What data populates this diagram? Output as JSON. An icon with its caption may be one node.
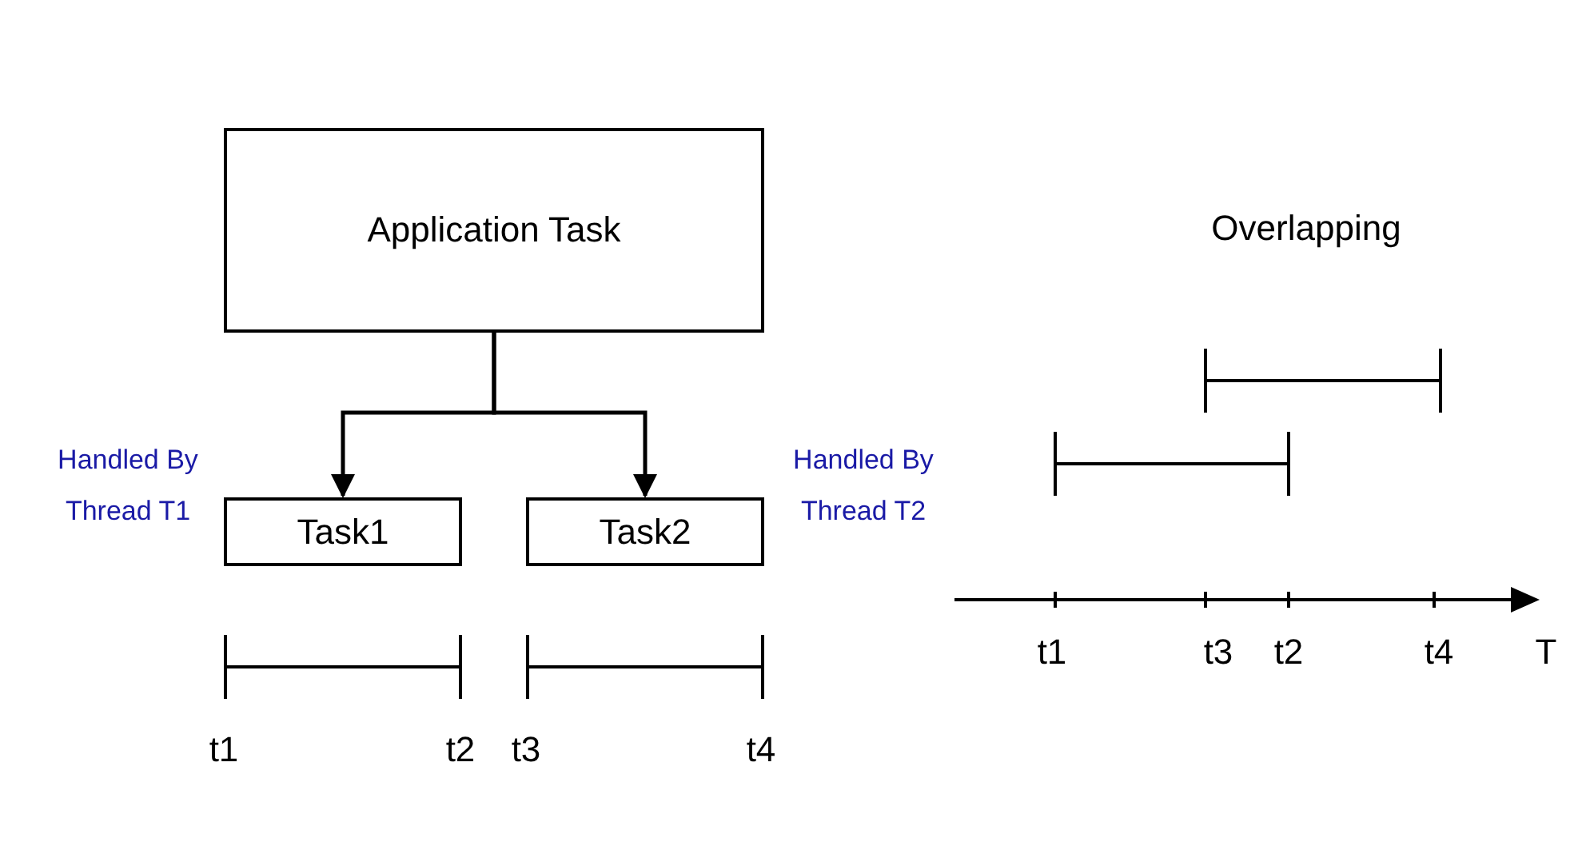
{
  "diagram": {
    "nodes": [
      {
        "text": [
          "Application Task"
        ]
      },
      {
        "text": [
          "Task1"
        ],
        "beside": [
          "Handled By Thread T1"
        ]
      },
      {
        "text": [
          "Task2"
        ],
        "beside": [
          "Handled By Thread T2"
        ]
      }
    ],
    "edges": [
      {
        "from": 0,
        "to": 1,
        "arrow": "to"
      },
      {
        "from": 0,
        "to": 2,
        "arrow": "to"
      }
    ],
    "labels": [
      "Overlapping",
      "t1",
      "t3",
      "t2",
      "t4",
      "T",
      "t1",
      "t2",
      "t3",
      "t4"
    ]
  }
}
